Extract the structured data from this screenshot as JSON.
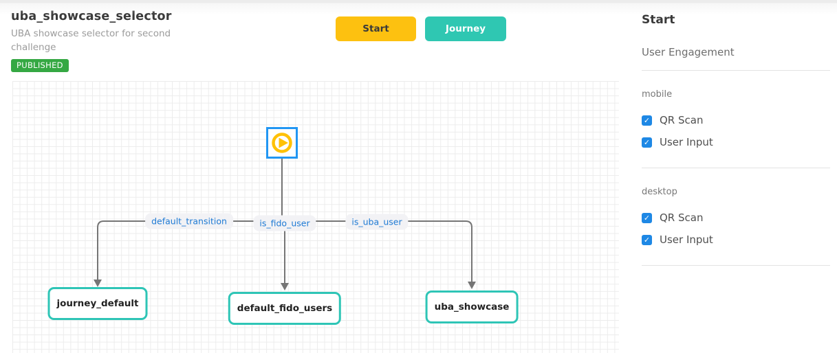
{
  "header": {
    "title": "uba_showcase_selector",
    "subtitle": "UBA showcase selector for second challenge",
    "status_badge": "PUBLISHED",
    "start_button": "Start",
    "journey_button": "Journey"
  },
  "canvas": {
    "start_node_icon": "play-icon",
    "edges": [
      {
        "label": "default_transition"
      },
      {
        "label": "is_fido_user"
      },
      {
        "label": "is_uba_user"
      }
    ],
    "nodes": [
      {
        "label": "journey_default"
      },
      {
        "label": "default_fido_users"
      },
      {
        "label": "uba_showcase"
      }
    ]
  },
  "sidebar": {
    "title": "Start",
    "subtitle": "User Engagement",
    "sections": [
      {
        "label": "mobile",
        "options": [
          {
            "label": "QR Scan",
            "checked": true
          },
          {
            "label": "User Input",
            "checked": true
          }
        ]
      },
      {
        "label": "desktop",
        "options": [
          {
            "label": "QR Scan",
            "checked": true
          },
          {
            "label": "User Input",
            "checked": true
          }
        ]
      }
    ]
  },
  "icons": {
    "checkmark": "✓"
  },
  "colors": {
    "start_button": "#fdc110",
    "journey_button": "#2fc7b2",
    "node_border": "#2ec5b6",
    "start_node_border": "#2196f3",
    "play_icon": "#ffc107",
    "checkbox": "#1e88e5",
    "edge_label_text": "#1e7ad4",
    "status_badge": "#35a843",
    "connector": "#757575"
  }
}
